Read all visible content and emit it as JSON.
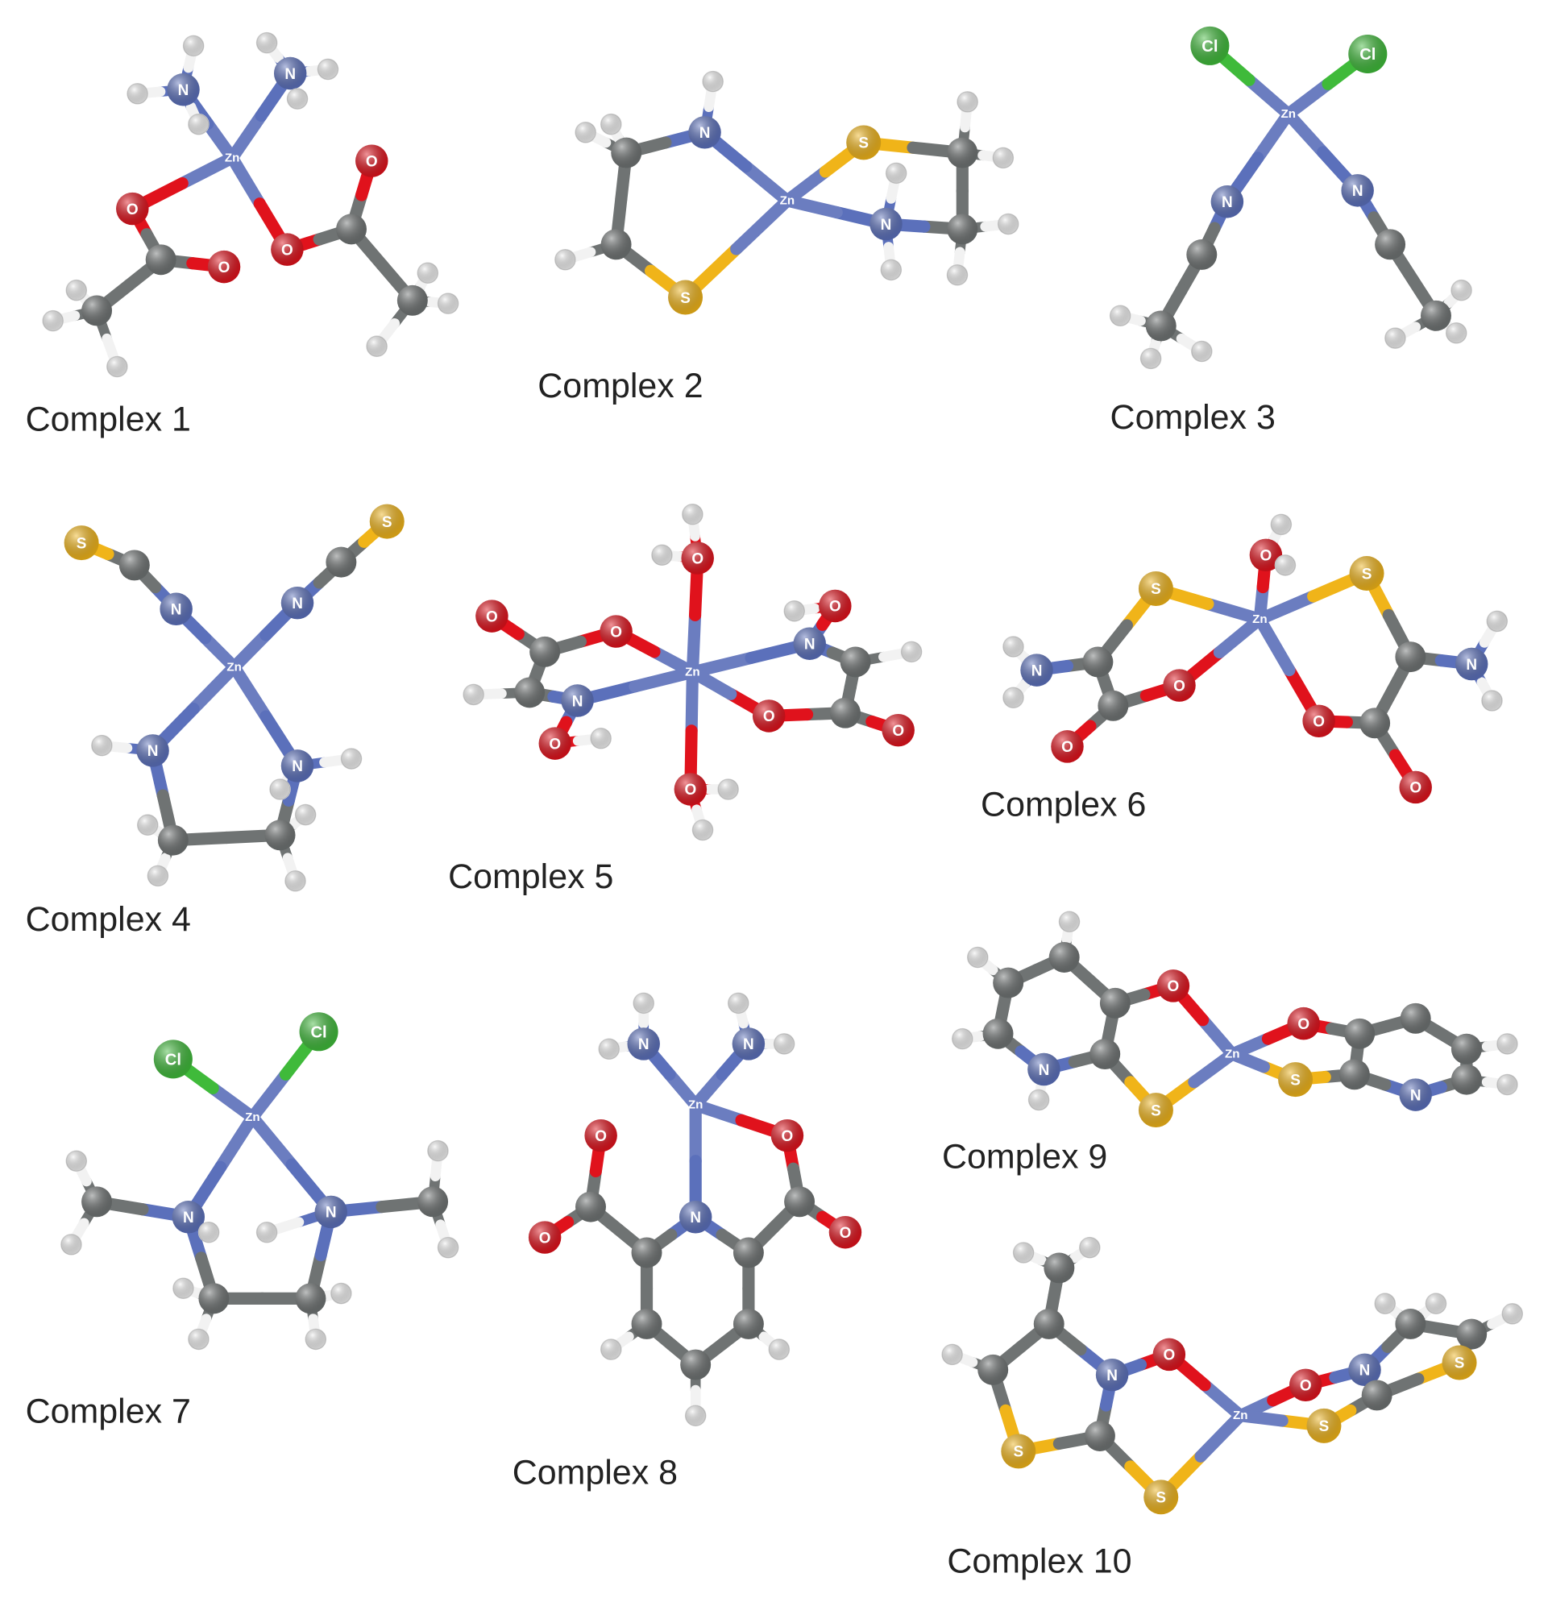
{
  "figure": {
    "labels": [
      "Complex 1",
      "Complex 2",
      "Complex 3",
      "Complex 4",
      "Complex 5",
      "Complex 6",
      "Complex 7",
      "Complex 8",
      "Complex 9",
      "Complex 10"
    ]
  },
  "element_labels": {
    "Zn": "Zn",
    "N": "N",
    "O": "O",
    "S": "S",
    "Cl": "Cl"
  },
  "colors": {
    "C": "#6f7373",
    "H": "#f2f2f2",
    "N": "#5b70bb",
    "O": "#e0121c",
    "S": "#f0b419",
    "Cl": "#3fba3a",
    "Zn": "#6b7dc0",
    "bond_metal": "#6b7dc0"
  }
}
